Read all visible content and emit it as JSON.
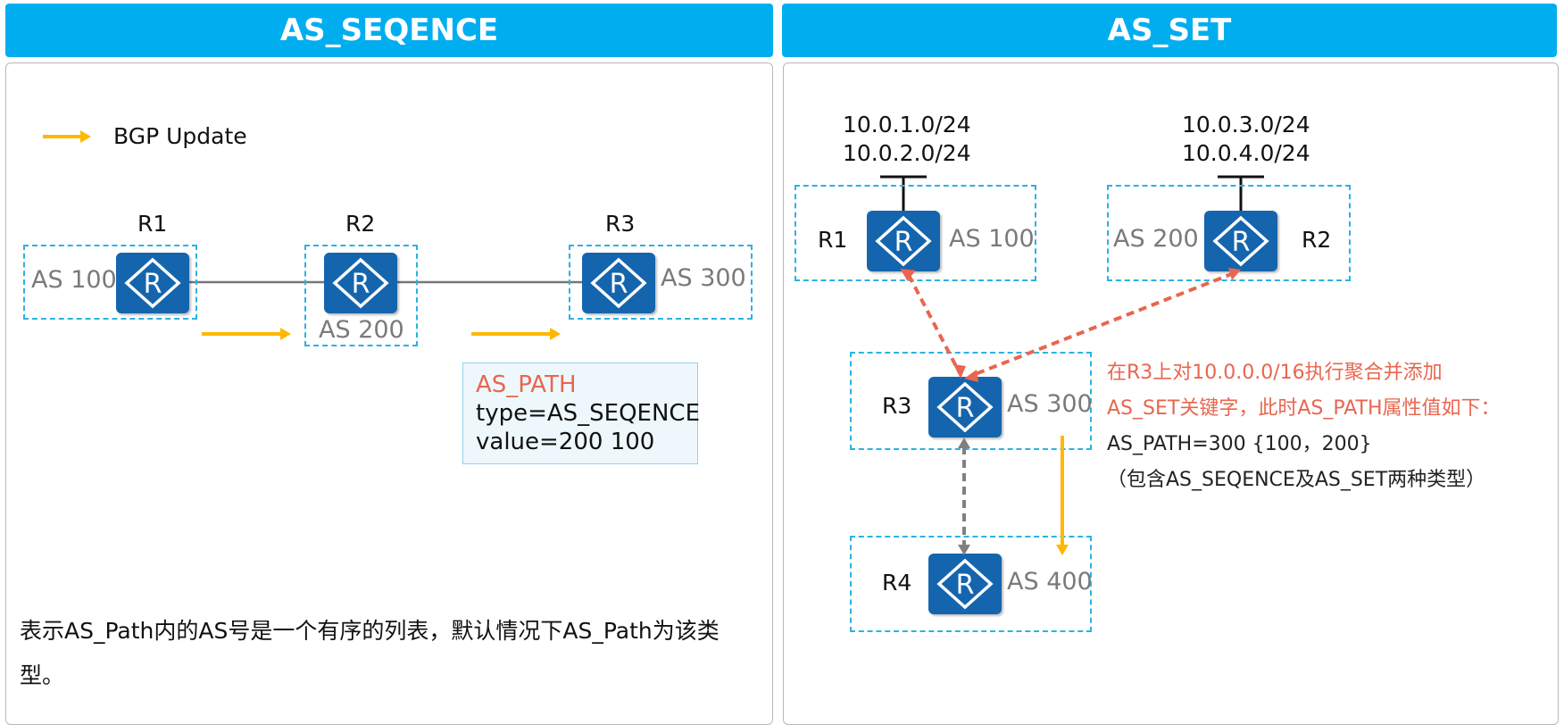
{
  "left": {
    "title": "AS_SEQENCE",
    "legend_label": "BGP Update",
    "routers": [
      {
        "name": "R1",
        "as": "AS 100"
      },
      {
        "name": "R2",
        "as": "AS 200"
      },
      {
        "name": "R3",
        "as": "AS 300"
      }
    ],
    "as_path_box": {
      "heading": "AS_PATH",
      "type_line": "type=AS_SEQENCE",
      "value_line": "value=200 100"
    },
    "caption": "表示AS_Path内的AS号是一个有序的列表，默认情况下AS_Path为该类型。"
  },
  "right": {
    "title": "AS_SET",
    "routers": [
      {
        "name": "R1",
        "as": "AS 100",
        "networks": [
          "10.0.1.0/24",
          "10.0.2.0/24"
        ]
      },
      {
        "name": "R2",
        "as": "AS 200",
        "networks": [
          "10.0.3.0/24",
          "10.0.4.0/24"
        ]
      },
      {
        "name": "R3",
        "as": "AS 300"
      },
      {
        "name": "R4",
        "as": "AS 400"
      }
    ],
    "note": {
      "line1": "在R3上对10.0.0.0/16执行聚合并添加",
      "line2": "AS_SET关键字，此时AS_PATH属性值如下：",
      "line3": "AS_PATH=300 {100，200}",
      "line4": "（包含AS_SEQENCE及AS_SET两种类型）"
    }
  },
  "colors": {
    "header": "#00aeef",
    "router": "#1565ae",
    "dashed_box": "#2bb2e3",
    "update_arrow": "#ffb800",
    "peer_red": "#e8664f",
    "peer_gray": "#808080",
    "highlight_text": "#e8664f"
  }
}
